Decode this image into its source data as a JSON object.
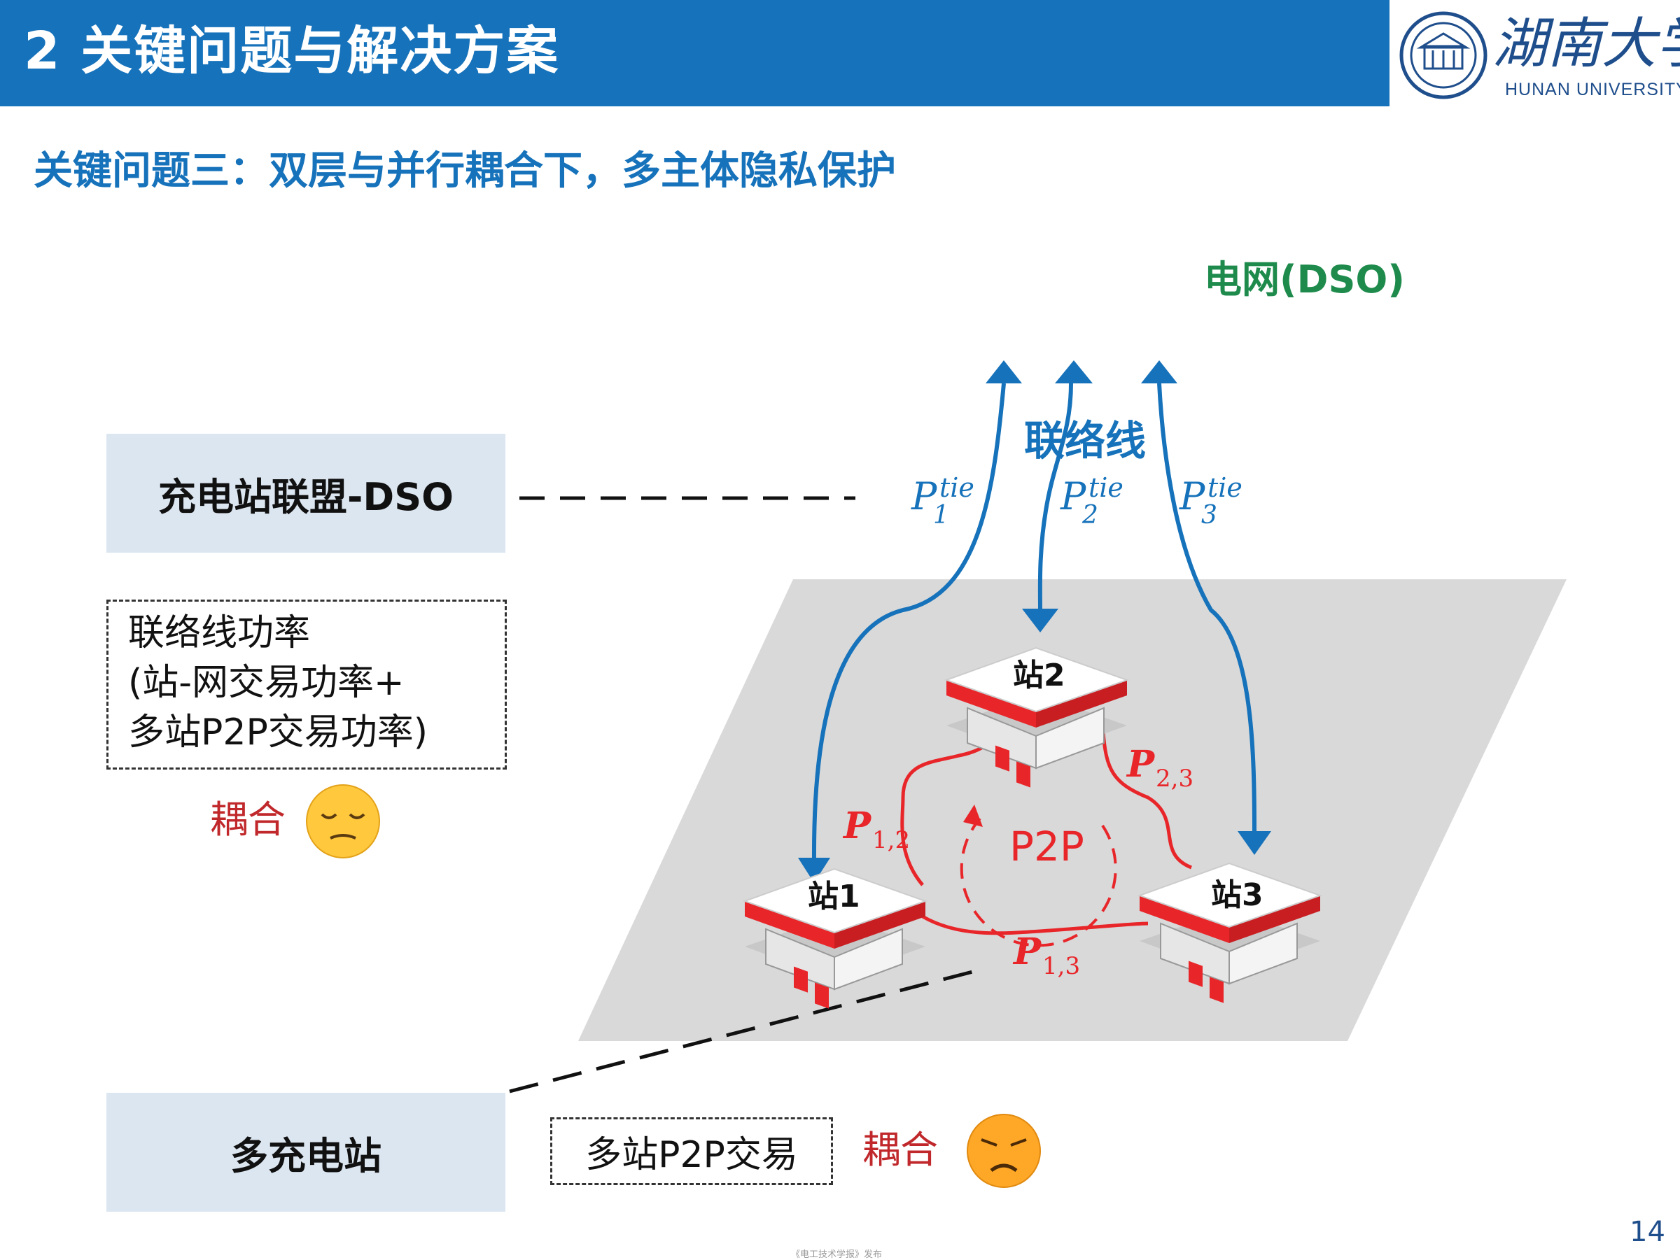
{
  "header": {
    "title": "2 关键问题与解决方案",
    "logo_cn": "湖南大学",
    "logo_en": "HUNAN UNIVERSITY"
  },
  "subtitle": "关键问题三：双层与并行耦合下，多主体隐私保护",
  "grid_label": "电网(DSO)",
  "tie_line_label": "联络线",
  "tie_powers": [
    {
      "main": "P",
      "sup": "tie",
      "sub": "1"
    },
    {
      "main": "P",
      "sup": "tie",
      "sub": "2"
    },
    {
      "main": "P",
      "sup": "tie",
      "sub": "3"
    }
  ],
  "panel_top": "充电站联盟-DSO",
  "panel_bottom": "多充电站",
  "tie_power_box": {
    "line1": "联络线功率",
    "line2": "(站-网交易功率+",
    "line3": "多站P2P交易功率)"
  },
  "coupling_text_1": "耦合",
  "coupling_text_2": "耦合",
  "p2p_box": "多站P2P交易",
  "stations": [
    {
      "label": "站1"
    },
    {
      "label": "站2"
    },
    {
      "label": "站3"
    }
  ],
  "p2p_label": "P2P",
  "p2p_powers": [
    {
      "main": "P",
      "sub": "1,2"
    },
    {
      "main": "P",
      "sub": "2,3"
    },
    {
      "main": "P",
      "sub": "1,3"
    }
  ],
  "page_number": "14",
  "footer": "《电工技术学报》发布",
  "colors": {
    "header_blue": "#1672BA",
    "arrow_blue": "#1672BA",
    "p2p_red": "#E8262A",
    "grid_green": "#1E8B4C",
    "panel_bg": "#DCE6F1",
    "plane_gray": "#D9D9D9"
  },
  "icons": {
    "logo_seal": "university-seal-icon",
    "emoji_1": "pensive-face-icon",
    "emoji_2": "disappointed-face-icon"
  }
}
